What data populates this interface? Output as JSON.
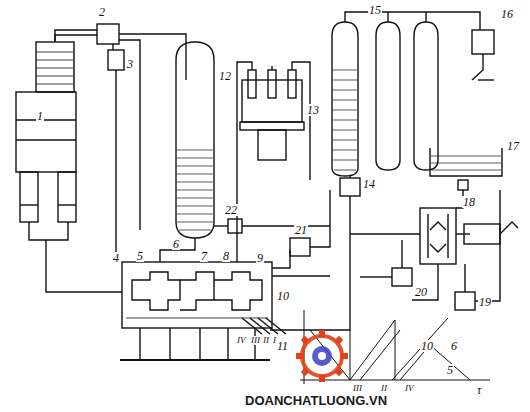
{
  "diagram": {
    "labels": [
      "1",
      "2",
      "3",
      "4",
      "5",
      "6",
      "7",
      "8",
      "9",
      "10",
      "11",
      "12",
      "13",
      "14",
      "15",
      "16",
      "17",
      "18",
      "19",
      "20",
      "21",
      "22",
      "IV",
      "III",
      "II",
      "I",
      "6",
      "10",
      "5",
      "III",
      "II",
      "IV",
      "τ",
      "DOANCHATLUONG.VN"
    ]
  }
}
